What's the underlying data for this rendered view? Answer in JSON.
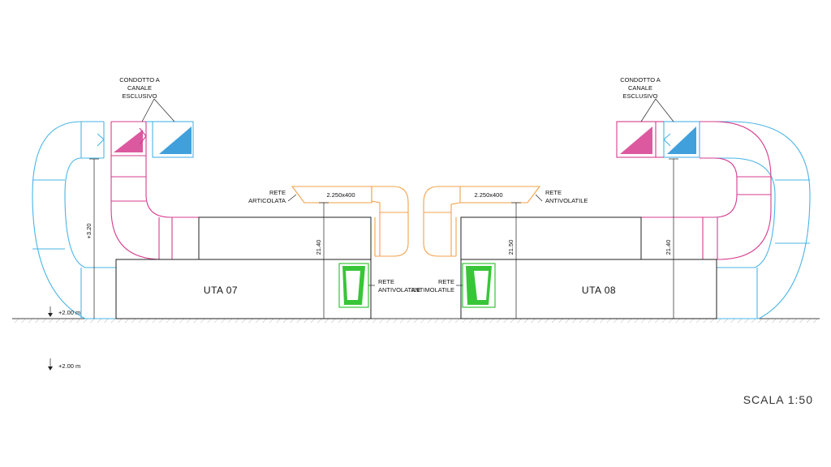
{
  "labels": {
    "left_duct_note": [
      "CONDOTTO A",
      "CANALE",
      "ESCLUSIVO"
    ],
    "right_duct_note": [
      "CONDOTTO A",
      "CANALE",
      "ESCLUSIVO"
    ],
    "rete_articolata": [
      "RETE",
      "ARTICOLATA"
    ],
    "rete_antivolatile_top": [
      "RETE",
      "ANTIVOLATILE"
    ],
    "rete_antivolatile_left": [
      "RETE",
      "ANTIVOLATILE"
    ],
    "rete_antimolatile_right": [
      "RETE",
      "ANTIMOLATILE"
    ],
    "duct_size_left": "2.250x400",
    "duct_size_right": "2.250x400",
    "uta_left": "UTA 07",
    "uta_right": "UTA 08",
    "height_left": "+3.20",
    "dim_mid_left": "21.40",
    "dim_mid_right": "21.50",
    "dim_right": "21.40",
    "level_ground": "+2.00 m",
    "level_below": "+2.00 m",
    "scale": "SCALA 1:50"
  },
  "colors": {
    "cyan_duct": "#4ab4e6",
    "magenta_duct": "#d63c8e",
    "orange_duct": "#f0a24a",
    "green_grid": "#22c022",
    "blue_fill": "#1e8fd6",
    "magenta_fill": "#d63c8e",
    "green_fill": "#22c022"
  }
}
